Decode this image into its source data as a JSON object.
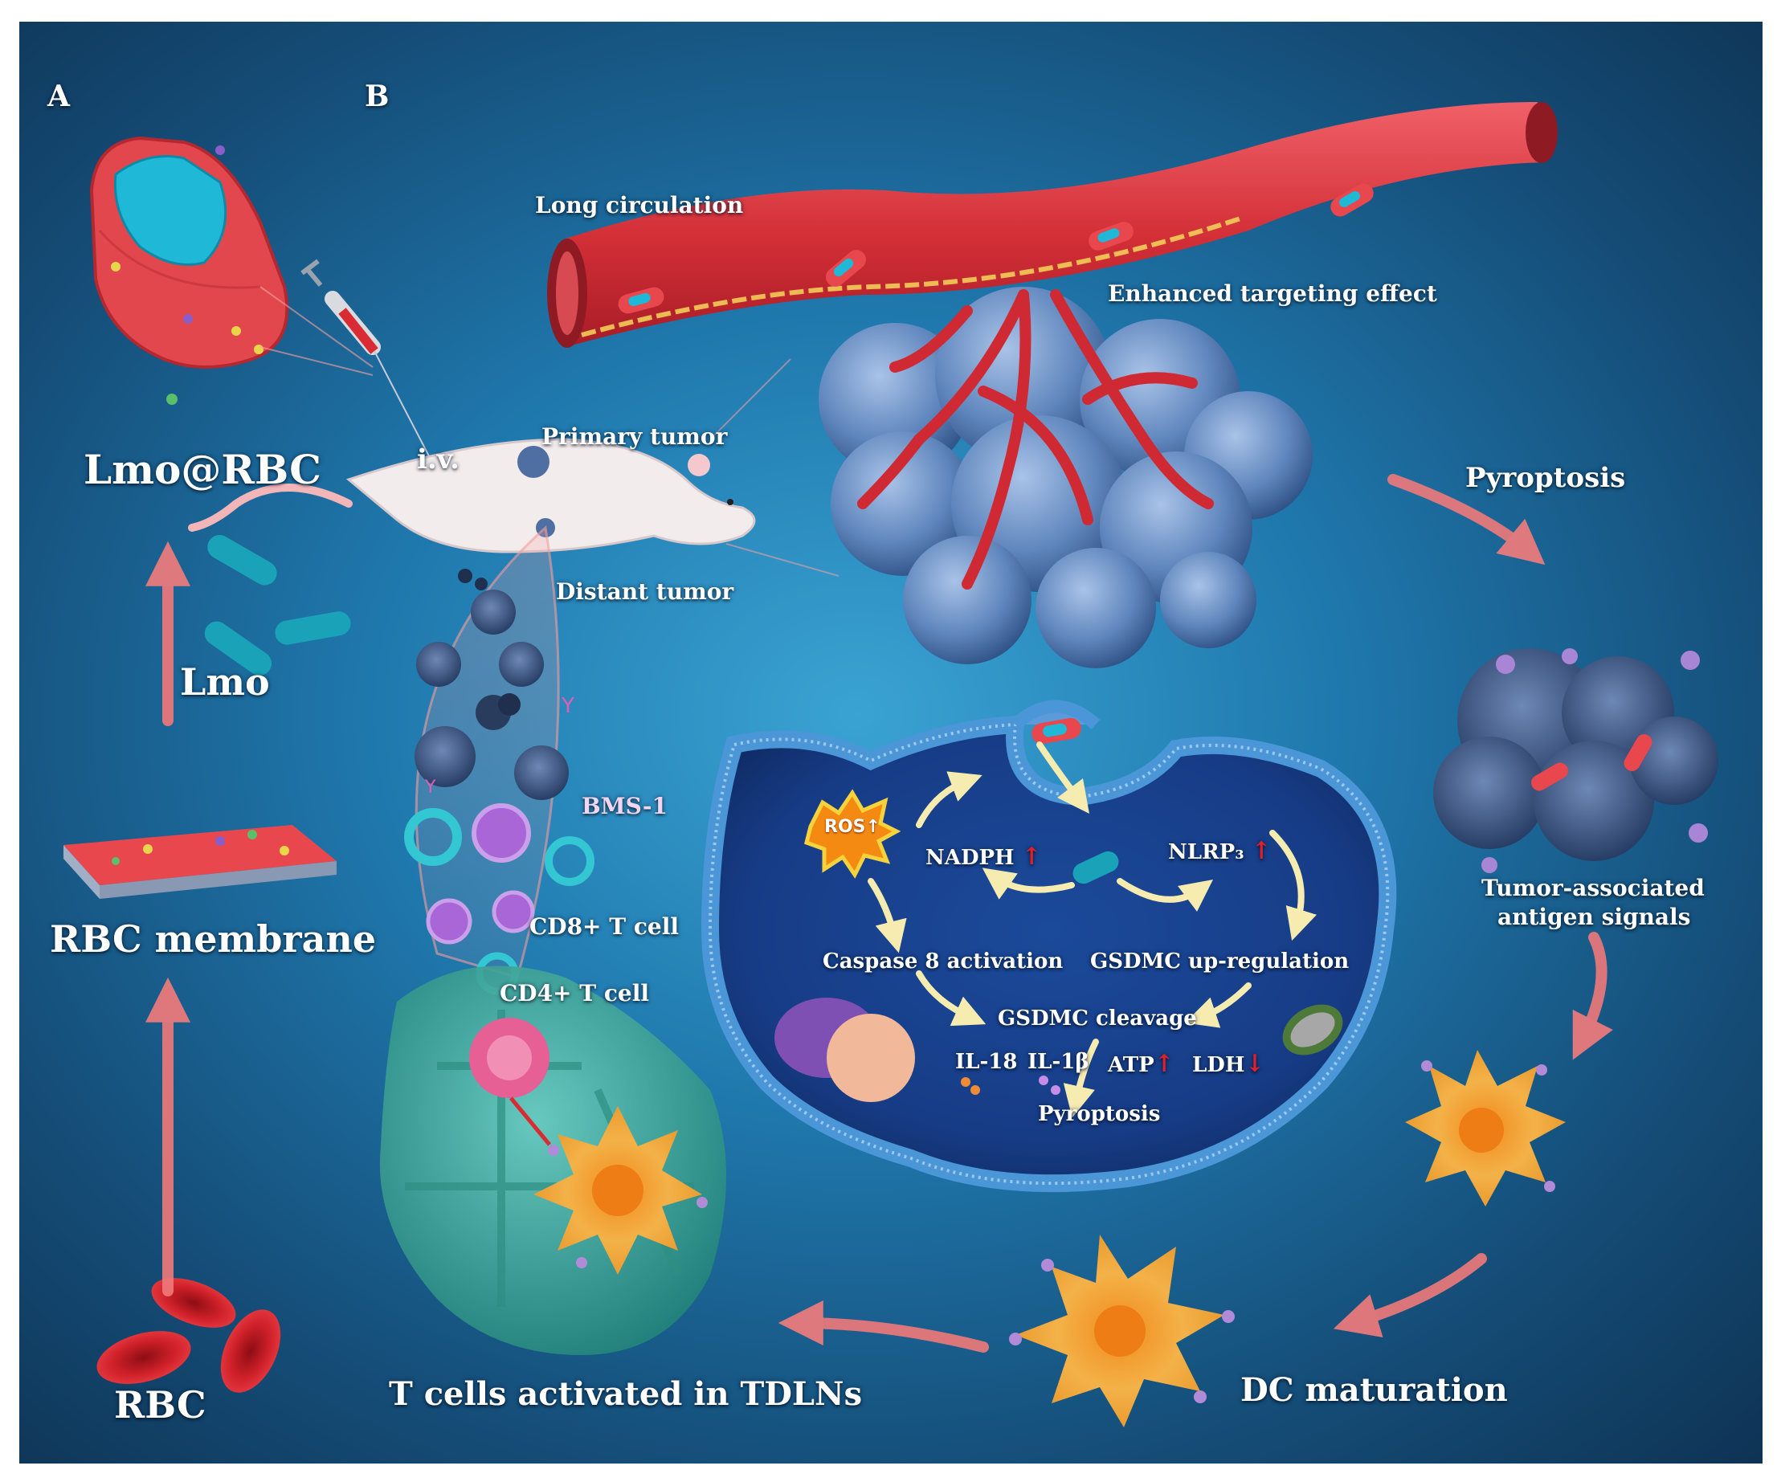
{
  "panels": {
    "a": "A",
    "b": "B"
  },
  "labels": {
    "lmo_rbc": "Lmo@RBC",
    "lmo": "Lmo",
    "rbc_membrane": "RBC membrane",
    "rbc": "RBC",
    "iv": "i.v.",
    "primary_tumor": "Primary tumor",
    "distant_tumor": "Distant tumor",
    "long_circulation": "Long circulation",
    "enhanced_targeting": "Enhanced targeting effect",
    "pyroptosis_top": "Pyroptosis",
    "tumor_antigen_line1": "Tumor-associated",
    "tumor_antigen_line2": "antigen signals",
    "dc_maturation": "DC maturation",
    "t_cells_tdlns": "T cells activated in TDLNs",
    "bms1": "BMS-1",
    "cd8": "CD8+ T cell",
    "cd4": "CD4+ T cell"
  },
  "mechanism": {
    "ros": "ROS↑",
    "nadph": "NADPH",
    "nlrp3": "NLRP₃",
    "caspase8": "Caspase 8 activation",
    "gsdmc_up": "GSDMC up-regulation",
    "gsdmc_cleavage": "GSDMC cleavage",
    "il18": "IL-18",
    "il1b": "IL-1β",
    "atp": "ATP",
    "ldh": "LDH",
    "pyroptosis": "Pyroptosis",
    "up_arrow": "↑",
    "down_arrow": "↓"
  },
  "colors": {
    "background_center": "#3aa3d3",
    "background_edge": "#0e3354",
    "vessel": "#d8343c",
    "tumor_cell": "#6f93c4",
    "flow_arrow": "#f07a7a",
    "mechanism_arrow": "#f7e9a0",
    "dendritic_cell": "#f0a22e",
    "lymph_node": "#3fa79a",
    "membrane": "#4a96d6"
  }
}
